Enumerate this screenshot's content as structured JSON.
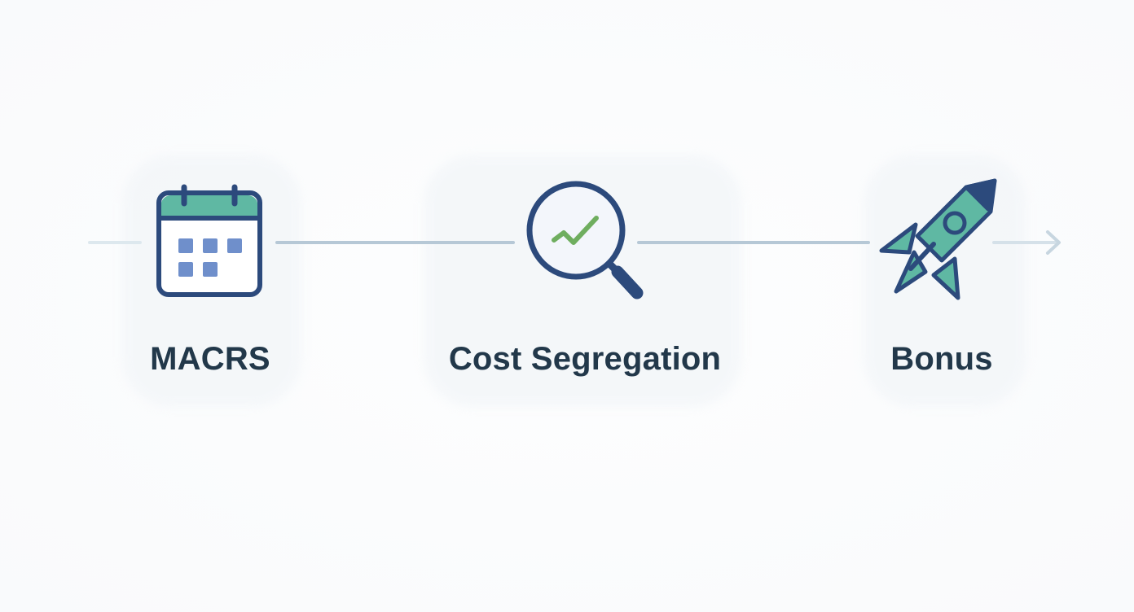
{
  "diagram": {
    "steps": [
      {
        "label": "MACRS",
        "icon": "calendar-icon"
      },
      {
        "label": "Cost Segregation",
        "icon": "magnifier-check-icon"
      },
      {
        "label": "Bonus",
        "icon": "rocket-icon"
      }
    ],
    "colors": {
      "navy": "#2c4a7c",
      "teal": "#5fb8a3",
      "blue_square": "#6f8fcb",
      "green_check": "#6fae5f",
      "line": "#b6c8d6",
      "label": "#22384a"
    }
  }
}
